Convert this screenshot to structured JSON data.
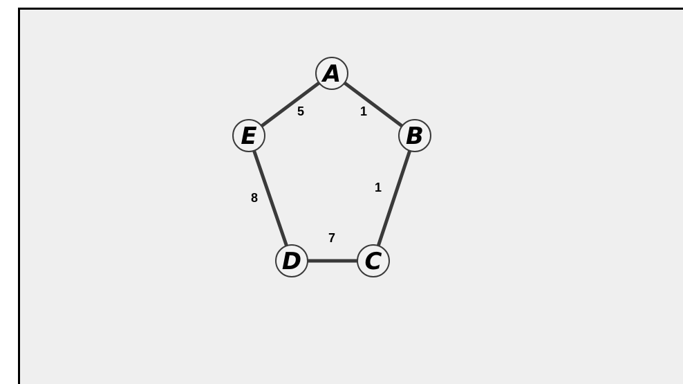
{
  "graph": {
    "nodes": [
      {
        "id": "A",
        "label": "A"
      },
      {
        "id": "B",
        "label": "B"
      },
      {
        "id": "C",
        "label": "C"
      },
      {
        "id": "D",
        "label": "D"
      },
      {
        "id": "E",
        "label": "E"
      }
    ],
    "edges": [
      {
        "from": "A",
        "to": "B",
        "weight": "1"
      },
      {
        "from": "B",
        "to": "C",
        "weight": "1"
      },
      {
        "from": "C",
        "to": "D",
        "weight": "7"
      },
      {
        "from": "D",
        "to": "E",
        "weight": "8"
      },
      {
        "from": "E",
        "to": "A",
        "weight": "5"
      }
    ]
  },
  "colors": {
    "background": "#efefef",
    "border": "#000000",
    "edge": "#3a3a3a",
    "node_fill": "#f2f2f2",
    "node_stroke": "#3a3a3a",
    "label": "#000000"
  }
}
